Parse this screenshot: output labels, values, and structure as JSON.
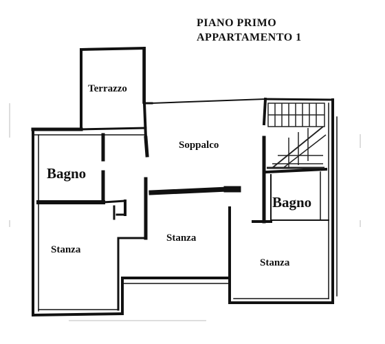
{
  "title": {
    "line1": "PIANO PRIMO",
    "line2": "APPARTAMENTO 1"
  },
  "rooms": {
    "terrazzo": "Terrazzo",
    "soppalco": "Soppalco",
    "bagno_left": "Bagno",
    "bagno_right": "Bagno",
    "stanza_left": "Stanza",
    "stanza_center": "Stanza",
    "stanza_right": "Stanza"
  },
  "colors": {
    "wall": "#111111",
    "background": "#ffffff",
    "text": "#111111"
  },
  "icons": {
    "staircase": "stair-flight"
  }
}
